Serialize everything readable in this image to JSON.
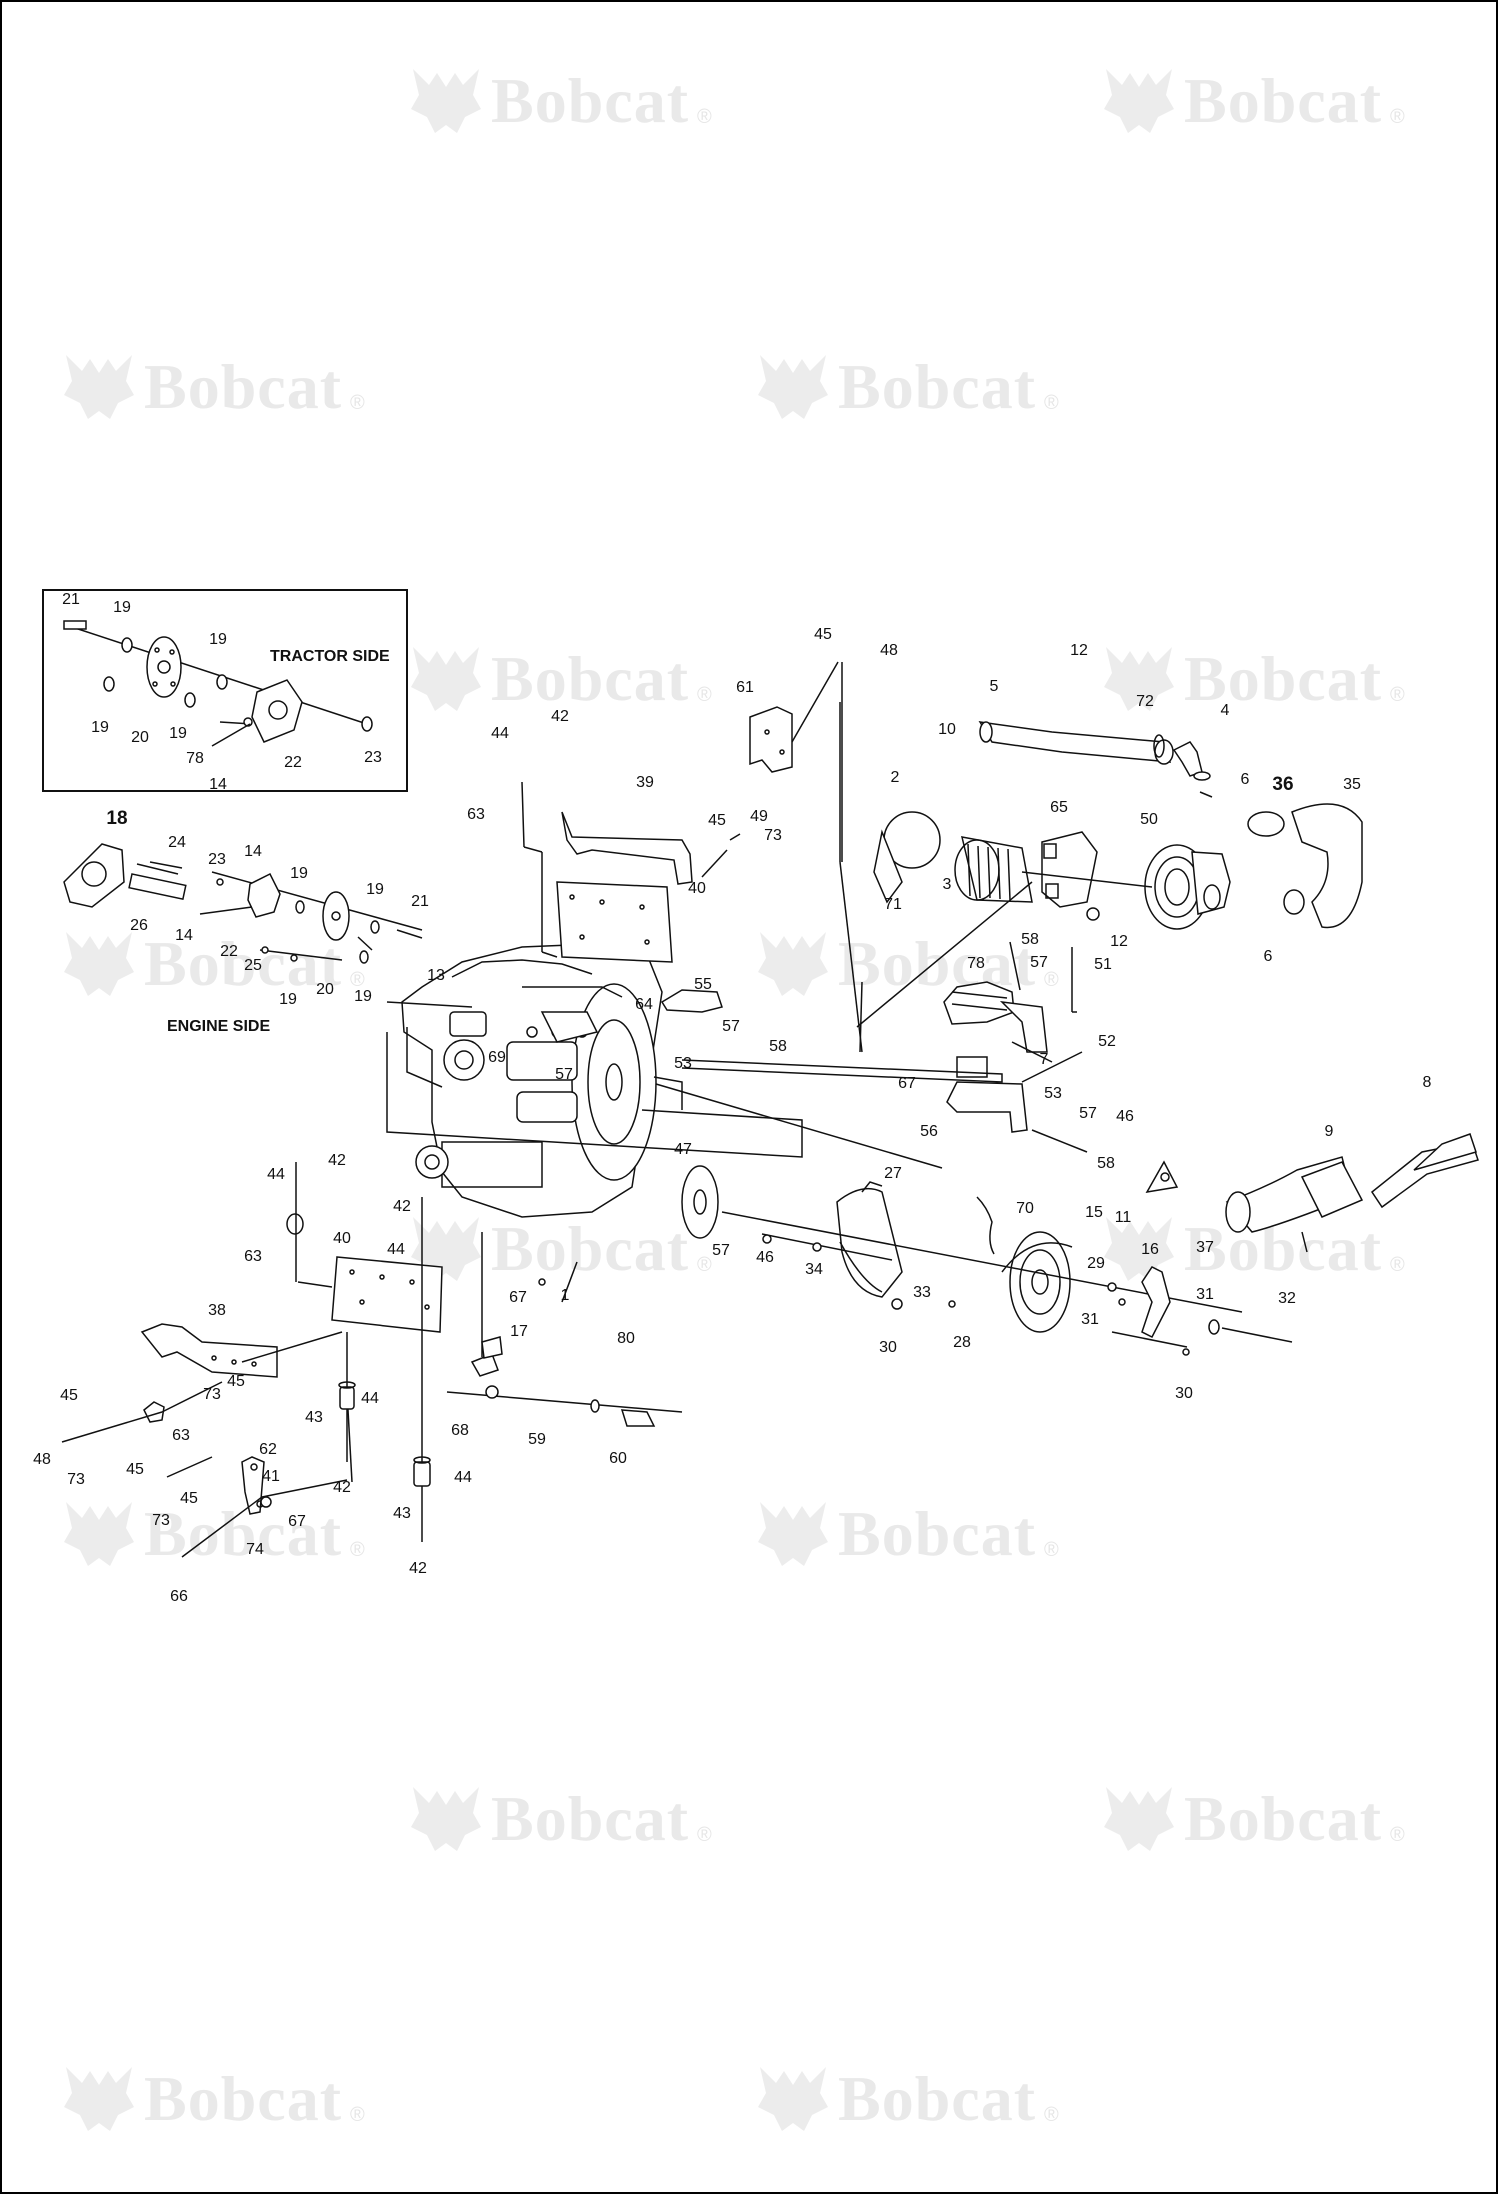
{
  "watermark": {
    "text": "Bobcat",
    "reg": "®",
    "icon": "bobcat-head-icon",
    "color": "#e8e8e8"
  },
  "inset": {
    "caption": "TRACTOR SIDE"
  },
  "engine_side_caption": "ENGINE SIDE",
  "callouts": {
    "c21a": "21",
    "c19a": "19",
    "c19b": "19",
    "c19c": "19",
    "c20a": "20",
    "c19d": "19",
    "c78a": "78",
    "c22a": "22",
    "c14a": "14",
    "c23a": "23",
    "c18": "18",
    "c24": "24",
    "c23b": "23",
    "c14b": "14",
    "c19e": "19",
    "c19f": "19",
    "c21b": "21",
    "c26": "26",
    "c14c": "14",
    "c22b": "22",
    "c25": "25",
    "c19g": "19",
    "c20b": "20",
    "c19h": "19",
    "c13": "13",
    "c44a": "44",
    "c42a": "42",
    "c63a": "63",
    "c39": "39",
    "c45a": "45",
    "c73a": "73",
    "c49": "49",
    "c61": "61",
    "c45b": "45",
    "c48a": "48",
    "c40a": "40",
    "c64": "64",
    "c55": "55",
    "c57a": "57",
    "c58a": "58",
    "c53a": "53",
    "c69": "69",
    "c57b": "57",
    "c12a": "12",
    "c5": "5",
    "c10": "10",
    "c72": "72",
    "c4": "4",
    "c6a": "6",
    "c36": "36",
    "c35": "35",
    "c2": "2",
    "c3": "3",
    "c71": "71",
    "c65": "65",
    "c50": "50",
    "c12b": "12",
    "c6b": "6",
    "c58b": "58",
    "c78b": "78",
    "c57c": "57",
    "c51": "51",
    "c52": "52",
    "c7": "7",
    "c67a": "67",
    "c53b": "53",
    "c57d": "57",
    "c46a": "46",
    "c56": "56",
    "c58c": "58",
    "c8": "8",
    "c9": "9",
    "c11": "11",
    "c44b": "44",
    "c42b": "42",
    "c63b": "63",
    "c42c": "42",
    "c44c": "44",
    "c40b": "40",
    "c47": "47",
    "c27": "27",
    "c70": "70",
    "c15": "15",
    "c57e": "57",
    "c46b": "46",
    "c34": "34",
    "c33": "33",
    "c30a": "30",
    "c28": "28",
    "c29": "29",
    "c16": "16",
    "c31a": "31",
    "c37": "37",
    "c31b": "31",
    "c32": "32",
    "c30b": "30",
    "c1": "1",
    "c67b": "67",
    "c38": "38",
    "c17": "17",
    "c80": "80",
    "c68": "68",
    "c59": "59",
    "c60": "60",
    "c45c": "45",
    "c73b": "73",
    "c45d": "45",
    "c63c": "63",
    "c62": "62",
    "c44d": "44",
    "c43a": "43",
    "c42d": "42",
    "c48b": "48",
    "c73c": "73",
    "c45e": "45",
    "c73d": "73",
    "c45f": "45",
    "c41": "41",
    "c67c": "67",
    "c74": "74",
    "c44e": "44",
    "c43b": "43",
    "c42e": "42",
    "c66": "66"
  }
}
